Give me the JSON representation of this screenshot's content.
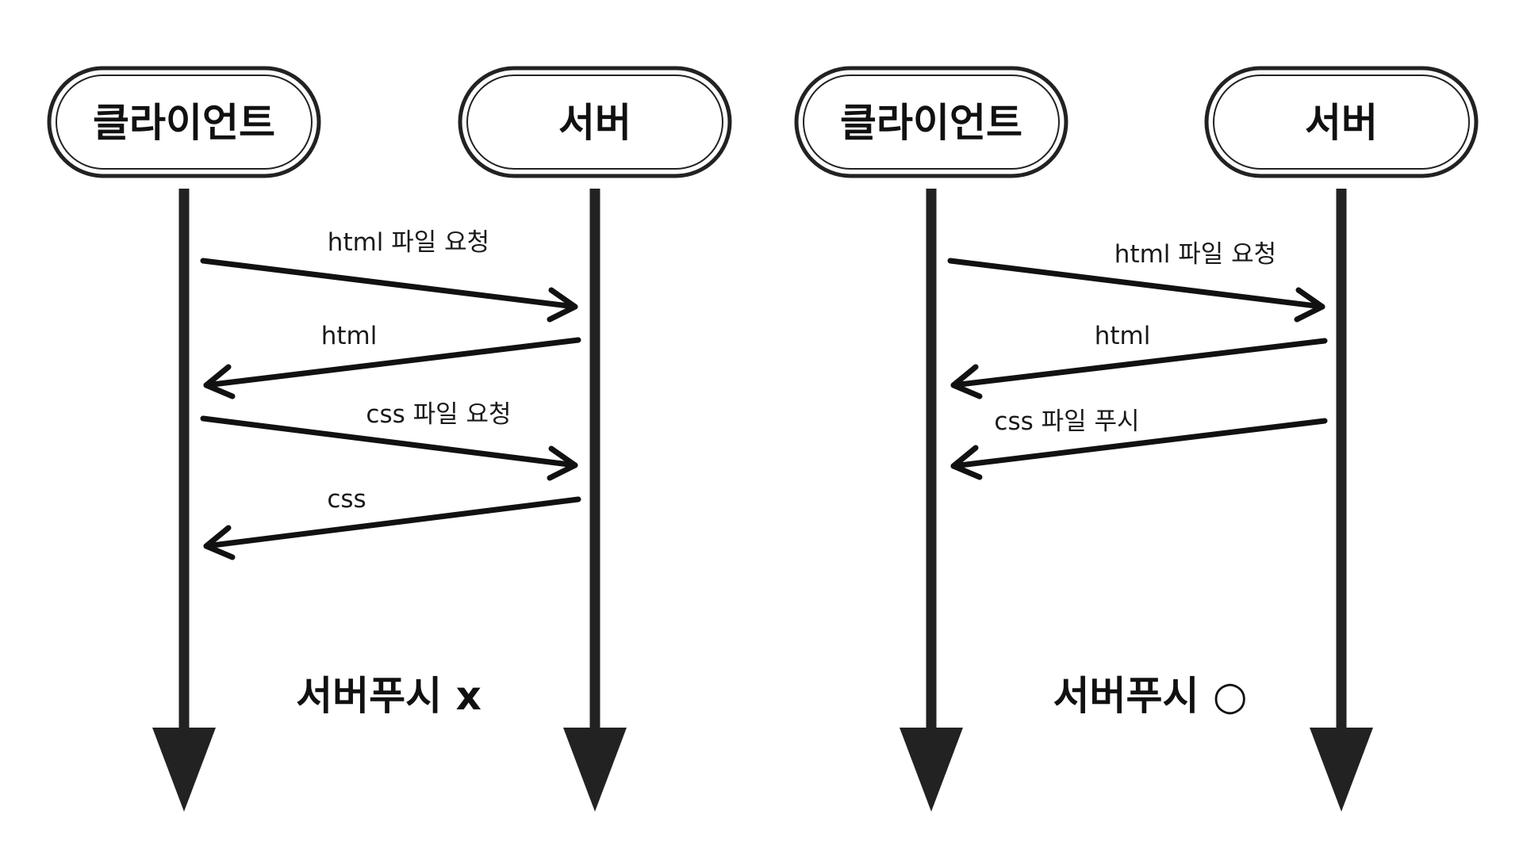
{
  "diagrams": [
    {
      "client_label": "클라이언트",
      "server_label": "서버",
      "messages": [
        {
          "label": "html 파일 요청",
          "direction": "client-to-server"
        },
        {
          "label": "html",
          "direction": "server-to-client"
        },
        {
          "label": "css 파일 요청",
          "direction": "client-to-server"
        },
        {
          "label": "css",
          "direction": "server-to-client"
        }
      ],
      "caption": "서버푸시 x"
    },
    {
      "client_label": "클라이언트",
      "server_label": "서버",
      "messages": [
        {
          "label": "html 파일 요청",
          "direction": "client-to-server"
        },
        {
          "label": "html",
          "direction": "server-to-client"
        },
        {
          "label": "css 파일 푸시",
          "direction": "server-to-client"
        }
      ],
      "caption": "서버푸시 ○"
    }
  ],
  "colors": {
    "line": "#222222",
    "text": "#111111",
    "background": "#ffffff"
  }
}
